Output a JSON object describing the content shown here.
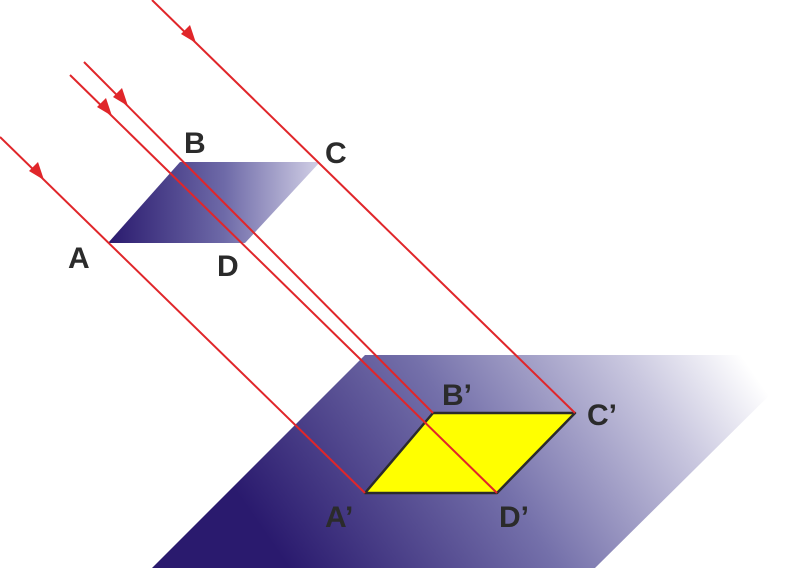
{
  "diagram": {
    "labels": {
      "A": "A",
      "B": "B",
      "C": "C",
      "D": "D",
      "A_prime": "A’",
      "B_prime": "B’",
      "C_prime": "C’",
      "D_prime": "D’"
    },
    "colors": {
      "ray": "#e0262a",
      "projection_fill": "#ffff00",
      "outline": "#2b2b2b",
      "gradient_dark": "#2a1a6e",
      "gradient_light": "#ffffff"
    }
  }
}
